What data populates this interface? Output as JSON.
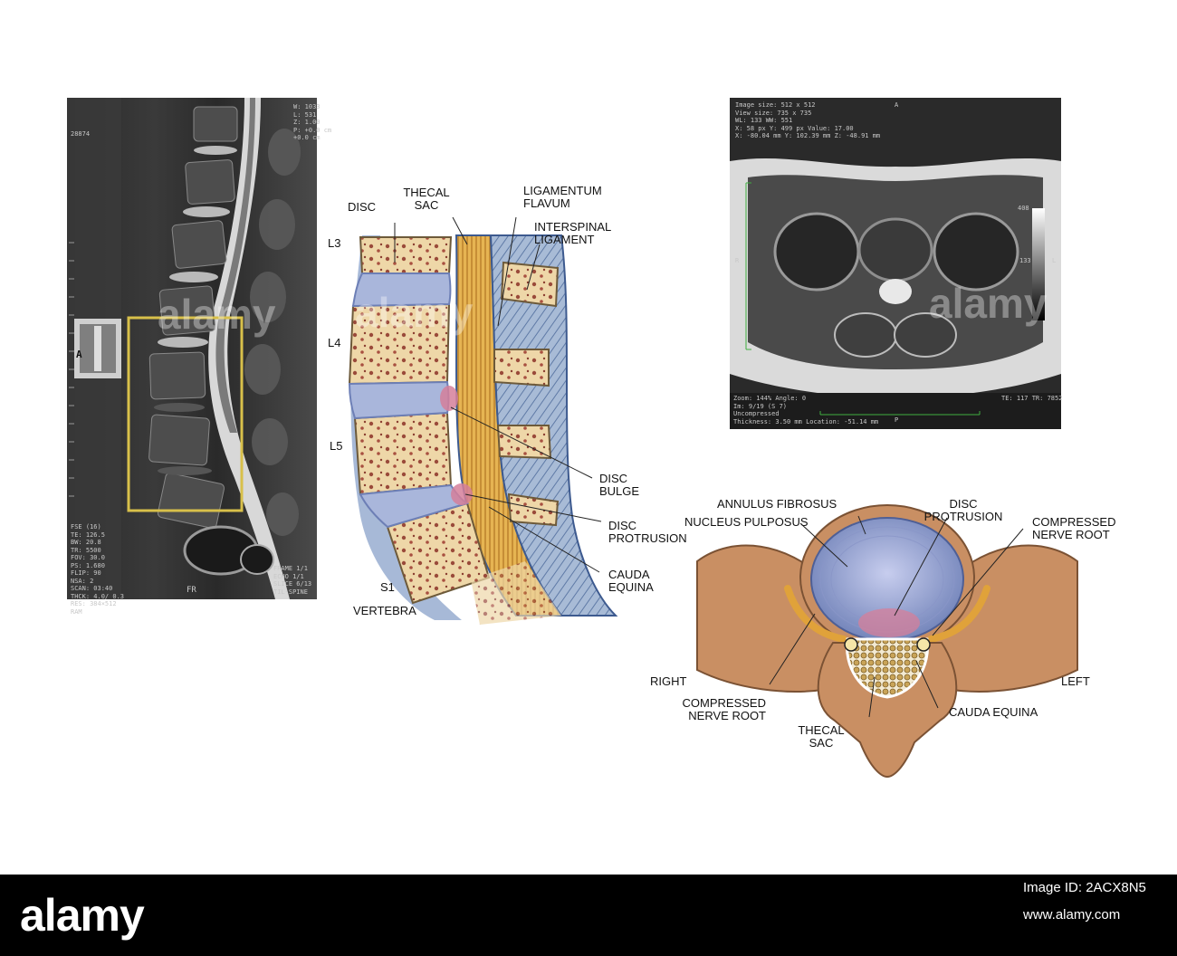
{
  "sagittal_mri": {
    "top_right_text": "W: 1033\nL: 531\nZ: 1.00\nP: +0.0 cm\n+0.0 cm",
    "top_left_text": "28874",
    "bottom_left_text": "FSE (16)\nTE: 126.5\nBW: 20.8\nTR: 5500\nFOV: 30.0\nPS: 1.680\nFLIP: 90\nNSA: 2\nSCAN: 03:40\nTHCK: 4.0/ 0.3\nRES: 384×512\nRAM",
    "bottom_right_text": "FRAME 1/1\nECHO 1/1\nSLICE 6/13\nTIL-SPINE",
    "bottom_center_text": "FR",
    "orientation_marker": "A"
  },
  "axial_mri": {
    "top_left_text": "Image size: 512 x 512\nView size: 735 x 735\nWL: 133 WW: 551\nX: 58 px Y: 499 px Value: 17.00\nX: -80.04 mm Y: 102.39 mm Z: -48.91 mm",
    "top_center": "A",
    "left_marker": "R",
    "right_marker": "L",
    "bottom_center": "P",
    "scale_top": "408",
    "scale_mid": "133",
    "bottom_left_text": "Zoom: 144% Angle: 0\nIm: 9/19 (S 7)\nUncompressed\nThickness: 3.50 mm Location: -51.14 mm",
    "bottom_right_text": "TE: 117 TR: 7852"
  },
  "sagittal_labels": {
    "thecal_sac": "THECAL\nSAC",
    "disc": "DISC",
    "ligamentum_flavum": "LIGAMENTUM\nFLAVUM",
    "interspinal_ligament": "INTERSPINAL\nLIGAMENT",
    "l3": "L3",
    "l4": "L4",
    "l5": "L5",
    "s1": "S1",
    "vertebra": "VERTEBRA",
    "disc_bulge": "DISC\nBULGE",
    "disc_protrusion": "DISC\nPROTRUSION",
    "cauda_equina": "CAUDA\nEQUINA"
  },
  "axial_labels": {
    "annulus_fibrosus": "ANNULUS FIBROSUS",
    "nucleus_pulposus": "NUCLEUS PULPOSUS",
    "disc_protrusion": "DISC\nPROTRUSION",
    "compressed_nerve_root_right": "COMPRESSED\nNERVE ROOT",
    "compressed_nerve_root_left": "COMPRESSED\nNERVE ROOT",
    "right": "RIGHT",
    "left": "LEFT",
    "cauda_equina": "CAUDA EQUINA",
    "thecal_sac": "THECAL\nSAC"
  },
  "footer": {
    "logo": "alamy",
    "image_id": "Image ID: 2ACX8N5",
    "site": "www.alamy.com"
  },
  "watermark": "alamy",
  "colors": {
    "bone": "#e8cf9c",
    "bone_dark": "#9a4a3a",
    "disc": "#a9b6db",
    "disc_dark": "#6d7fb6",
    "nerve": "#d9a13a",
    "ligament": "#8fa6c9",
    "herniation": "#d57f9a",
    "axial_bone": "#c98f63",
    "box": "#d8c04a"
  }
}
